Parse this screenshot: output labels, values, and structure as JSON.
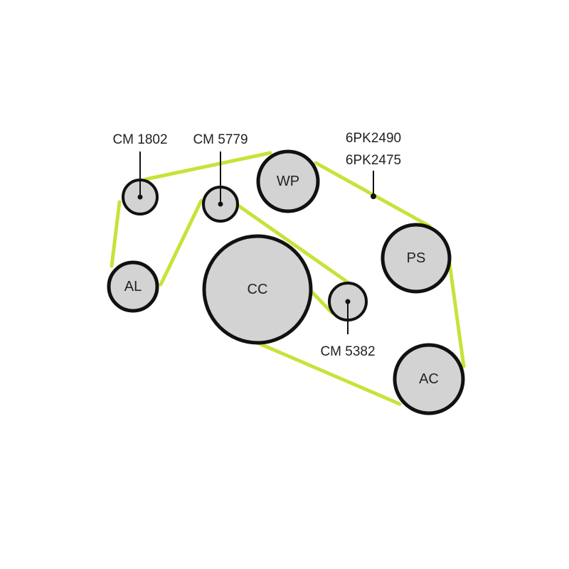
{
  "diagram": {
    "type": "serpentine-belt-routing",
    "belt_color": "#c8e23a",
    "pulleys": {
      "wp": "WP",
      "ps": "PS",
      "al": "AL",
      "cc": "CC",
      "ac": "AC"
    },
    "idlers": {
      "cm1802": "CM 1802",
      "cm5779": "CM 5779",
      "cm5382": "CM 5382"
    },
    "belt_codes": [
      "6PK2490",
      "6PK2475"
    ]
  }
}
